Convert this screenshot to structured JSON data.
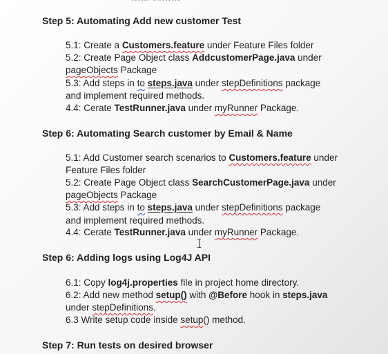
{
  "top_fragment": "…… ………",
  "s5": {
    "heading": "Step 5: Automating Add new customer Test",
    "l1a": "5.1: Create a ",
    "l1b": "Customers.feature",
    "l1c": " under Feature Files folder",
    "l2a": "5.2:  Create Page Object class ",
    "l2b": "AddcustomerPage.java",
    "l2c": " under",
    "l3a": "pageObjects",
    "l3b": " Package",
    "l4a": "5.3:  Add steps in ",
    "l4b": "to",
    "l4c": "  ",
    "l4d": "steps.java",
    "l4e": " under ",
    "l4f": "stepDefinitions",
    "l4g": " package",
    "l5": "and implement required methods.",
    "l6a": "4.4:  Cerate ",
    "l6b": "TestRunner.java",
    "l6c": " under ",
    "l6d": "myRunner",
    "l6e": " Package."
  },
  "s6": {
    "heading": "Step 6: Automating Search customer by Email & Name",
    "l1a": "5.1: Add Customer search scenarios to ",
    "l1b": "Customers.feature",
    "l1c": " under",
    "l2": "Feature Files folder",
    "l3a": "5.2:  Create Page Object class ",
    "l3b": "SearchCustomerPage.java",
    "l3c": " under",
    "l4a": "pageObjects",
    "l4b": " Package",
    "l5a": "5.3:  Add steps in ",
    "l5b": "to",
    "l5c": "  ",
    "l5d": "steps.java",
    "l5e": " under ",
    "l5f": "stepDefinitions",
    "l5g": " package",
    "l6": "and implement required methods.",
    "l7a": "4.4:  Cerate ",
    "l7b": "TestRunner.java",
    "l7c": " under ",
    "l7d": "myRunner",
    "l7e": " Package."
  },
  "s6b": {
    "heading": "Step 6: Adding logs using Log4J API",
    "l1a": "6.1: Copy ",
    "l1b": "log4j.properties",
    "l1c": " file in project home directory.",
    "l2a": "6.2: Add new method ",
    "l2b": "setup()",
    "l2c": " with ",
    "l2d": "@Before",
    "l2e": " hook in ",
    "l2f": "steps.java",
    "l3a": "under ",
    "l3b": "stepDefinitions",
    "l3c": ".",
    "l4a": "6.3 Write setup code inside ",
    "l4b": "setup",
    "l4c": "() method."
  },
  "s7": {
    "heading": "Step 7: Run tests on desired browser"
  }
}
